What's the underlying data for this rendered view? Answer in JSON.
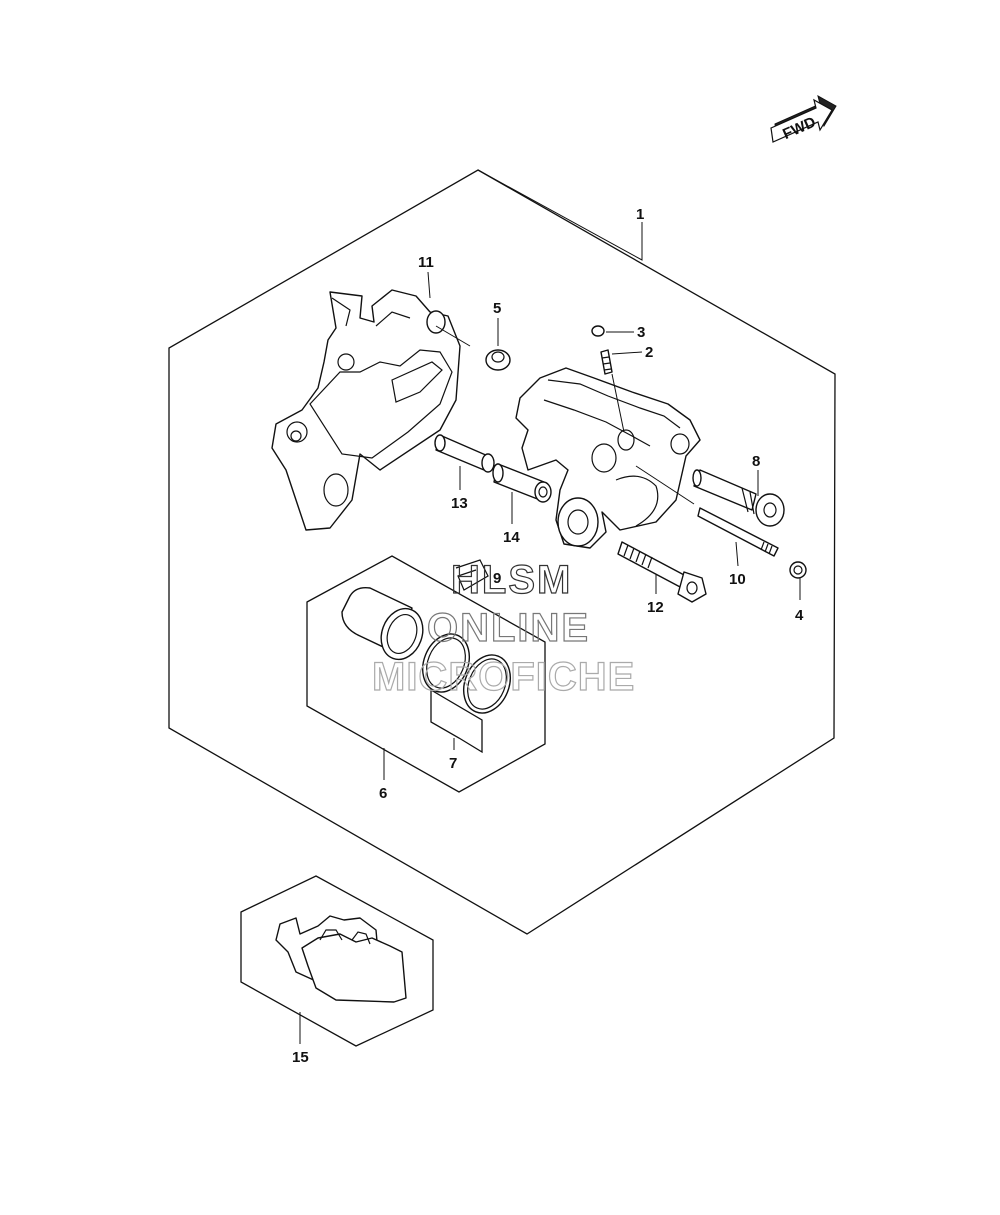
{
  "diagram": {
    "fwd_label": "FWD",
    "watermark": {
      "line1": "HLSM",
      "line2": "ONLINE",
      "line3": "MICROFICHE"
    },
    "callouts": [
      {
        "id": "1",
        "label": "1"
      },
      {
        "id": "2",
        "label": "2"
      },
      {
        "id": "3",
        "label": "3"
      },
      {
        "id": "4",
        "label": "4"
      },
      {
        "id": "5",
        "label": "5"
      },
      {
        "id": "6",
        "label": "6"
      },
      {
        "id": "7",
        "label": "7"
      },
      {
        "id": "8",
        "label": "8"
      },
      {
        "id": "9",
        "label": "9"
      },
      {
        "id": "10",
        "label": "10"
      },
      {
        "id": "11",
        "label": "11"
      },
      {
        "id": "12",
        "label": "12"
      },
      {
        "id": "13",
        "label": "13"
      },
      {
        "id": "14",
        "label": "14"
      },
      {
        "id": "15",
        "label": "15"
      }
    ]
  }
}
